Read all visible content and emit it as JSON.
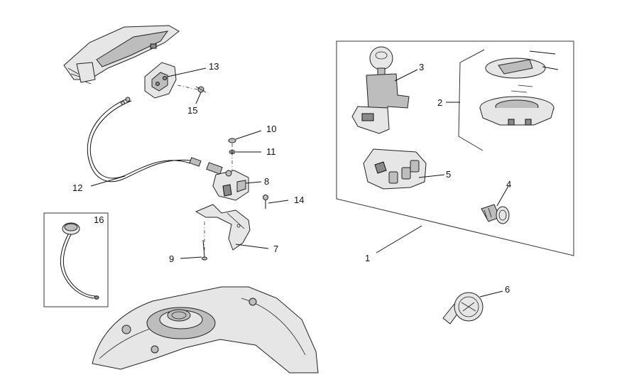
{
  "diagram": {
    "title": "Exploded parts diagram",
    "callouts": {
      "c1": "1",
      "c2": "2",
      "c3": "3",
      "c4": "4",
      "c5": "5",
      "c6": "6",
      "c7": "7",
      "c8": "8",
      "c9": "9",
      "c10": "10",
      "c11": "11",
      "c12": "12",
      "c13": "13",
      "c14": "14",
      "c15": "15",
      "c16": "16"
    }
  }
}
